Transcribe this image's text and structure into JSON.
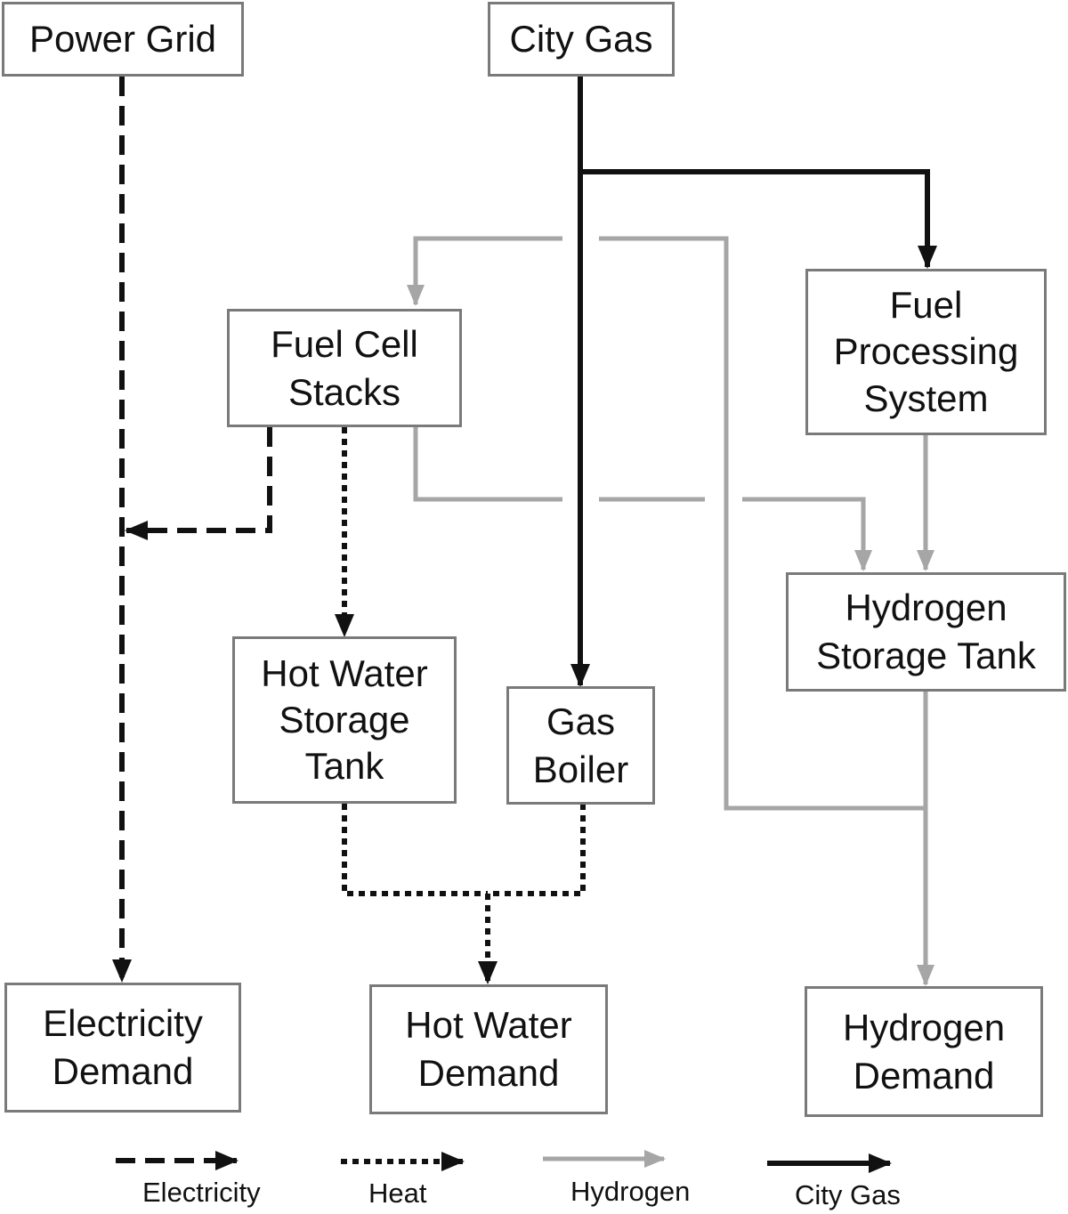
{
  "nodes": {
    "power_grid": "Power Grid",
    "city_gas": "City Gas",
    "fuel_cell_stacks": "Fuel Cell\nStacks",
    "fuel_processing_system": "Fuel\nProcessing\nSystem",
    "hydrogen_storage_tank": "Hydrogen\nStorage Tank",
    "hot_water_storage_tank": "Hot Water\nStorage\nTank",
    "gas_boiler": "Gas\nBoiler",
    "electricity_demand": "Electricity\nDemand",
    "hot_water_demand": "Hot Water\nDemand",
    "hydrogen_demand": "Hydrogen\nDemand"
  },
  "legend": [
    {
      "label": "Electricity",
      "style": "dashed",
      "color": "#111111"
    },
    {
      "label": "Heat",
      "style": "dotted",
      "color": "#111111"
    },
    {
      "label": "Hydrogen",
      "style": "solid",
      "color": "#a6a6a6"
    },
    {
      "label": "City Gas",
      "style": "solid",
      "color": "#111111"
    }
  ],
  "colors": {
    "black_line": "#111111",
    "gray_line": "#a6a6a6",
    "box_border": "#7a7a7a"
  }
}
